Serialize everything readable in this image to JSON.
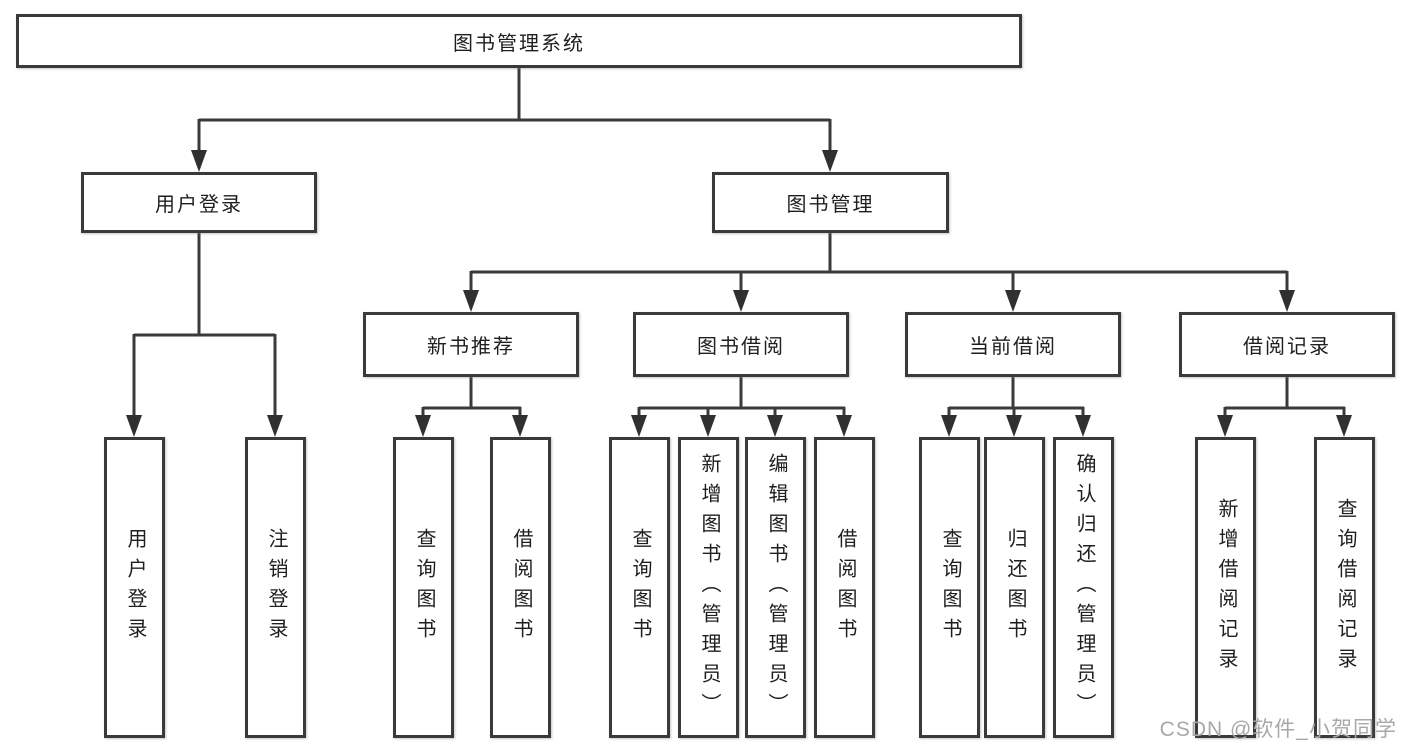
{
  "diagram_type": "functional-structure-tree",
  "colors": {
    "background": "#ffffff",
    "line": "#3a3a3a",
    "box_border": "#3a3a3a",
    "box_fill": "#ffffff",
    "text": "#1f1f1f",
    "watermark": "#a8a8a8"
  },
  "watermark": {
    "text": "CSDN @软件_小贺同学"
  },
  "tree": {
    "root": {
      "label": "图书管理系统",
      "children": [
        {
          "label": "用户登录",
          "children": [
            {
              "label": "用户登录"
            },
            {
              "label": "注销登录"
            }
          ]
        },
        {
          "label": "图书管理",
          "children": [
            {
              "label": "新书推荐",
              "children": [
                {
                  "label": "查询图书"
                },
                {
                  "label": "借阅图书"
                }
              ]
            },
            {
              "label": "图书借阅",
              "children": [
                {
                  "label": "查询图书"
                },
                {
                  "label": "新增图书（管理员）"
                },
                {
                  "label": "编辑图书（管理员）"
                },
                {
                  "label": "借阅图书"
                }
              ]
            },
            {
              "label": "当前借阅",
              "children": [
                {
                  "label": "查询图书"
                },
                {
                  "label": "归还图书"
                },
                {
                  "label": "确认归还（管理员）"
                }
              ]
            },
            {
              "label": "借阅记录",
              "children": [
                {
                  "label": "新增借阅记录"
                },
                {
                  "label": "查询借阅记录"
                }
              ]
            }
          ]
        }
      ]
    }
  }
}
